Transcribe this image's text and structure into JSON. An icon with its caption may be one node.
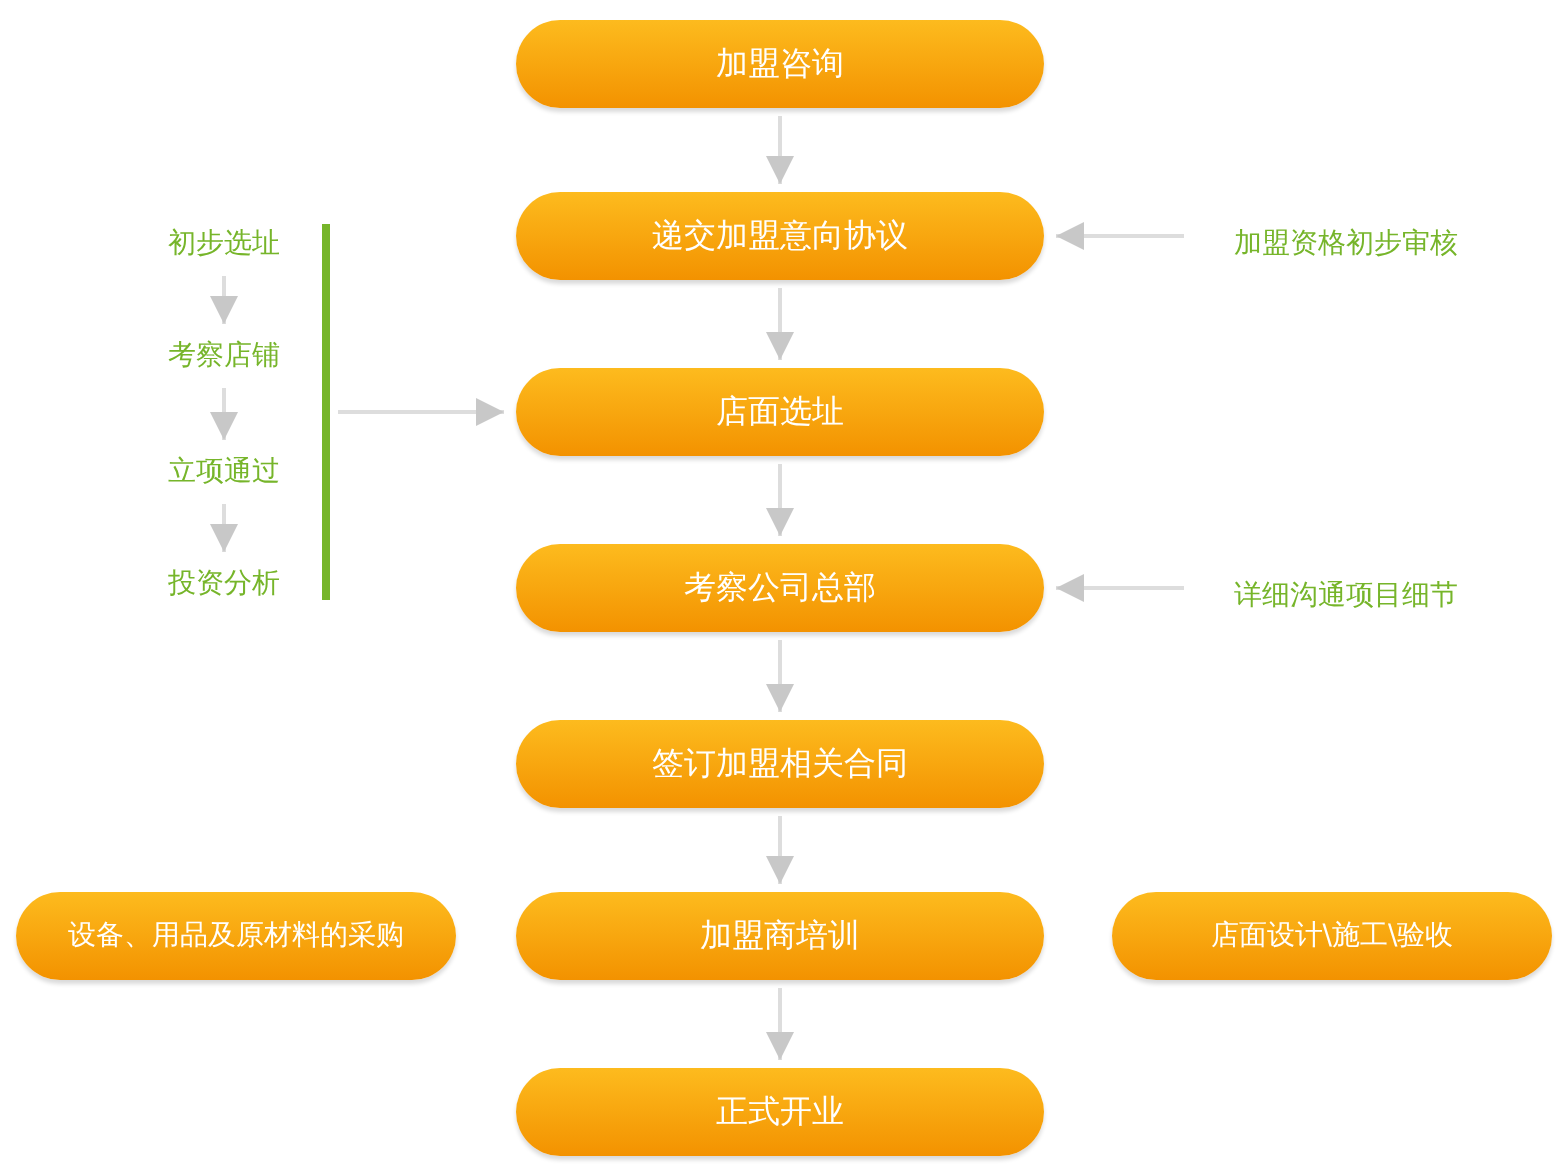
{
  "diagram": {
    "nodes": [
      {
        "text": [
          "加盟咨询"
        ]
      },
      {
        "text": [
          "递交加盟意向协议"
        ]
      },
      {
        "text": [
          "店面选址"
        ]
      },
      {
        "text": [
          "考察公司总部"
        ]
      },
      {
        "text": [
          "签订加盟相关合同"
        ]
      },
      {
        "text": [
          "加盟商培训"
        ]
      },
      {
        "text": [
          "正式开业"
        ]
      },
      {
        "text": [
          "加盟资格初步审核"
        ]
      },
      {
        "text": [
          "详细沟通项目细节"
        ]
      },
      {
        "text": [
          "初步选址"
        ]
      },
      {
        "text": [
          "考察店铺"
        ]
      },
      {
        "text": [
          "立项通过"
        ]
      },
      {
        "text": [
          "投资分析"
        ]
      },
      {
        "text": [],
        "shape": "bar"
      },
      {
        "text": [
          "设备、用品及原材料的采购"
        ]
      },
      {
        "text": [
          "店面设计\\施工\\验收"
        ]
      }
    ],
    "edges": [
      {
        "from": 0,
        "to": 1,
        "arrow": "to"
      },
      {
        "from": 1,
        "to": 2,
        "arrow": "to"
      },
      {
        "from": 2,
        "to": 3,
        "arrow": "to"
      },
      {
        "from": 3,
        "to": 4,
        "arrow": "to"
      },
      {
        "from": 4,
        "to": 5,
        "arrow": "to"
      },
      {
        "from": 5,
        "to": 6,
        "arrow": "to"
      },
      {
        "from": 7,
        "to": 1,
        "arrow": "to"
      },
      {
        "from": 8,
        "to": 3,
        "arrow": "to"
      },
      {
        "from": 9,
        "to": 10,
        "arrow": "to"
      },
      {
        "from": 10,
        "to": 11,
        "arrow": "to"
      },
      {
        "from": 11,
        "to": 12,
        "arrow": "to"
      },
      {
        "from": 13,
        "to": 2,
        "arrow": "to"
      }
    ]
  }
}
